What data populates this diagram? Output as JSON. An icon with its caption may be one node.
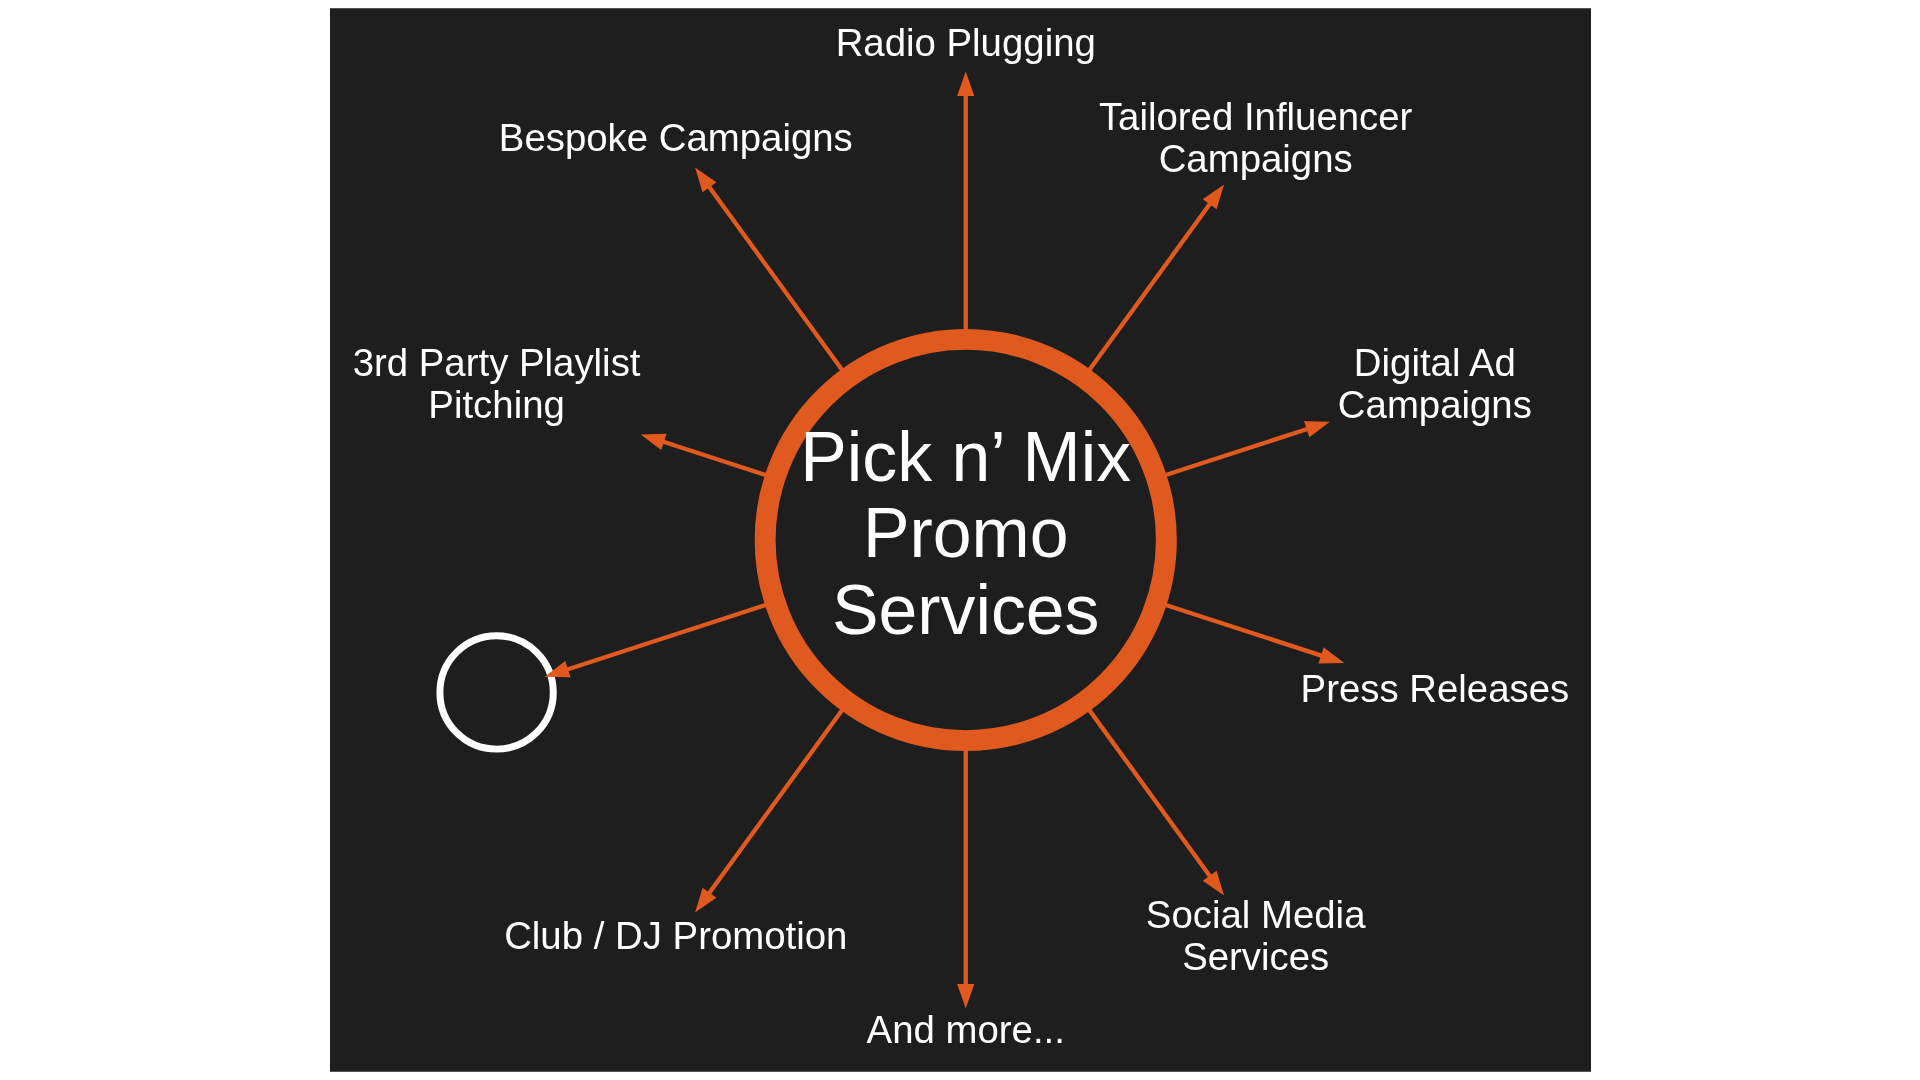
{
  "diagram": {
    "nodes": [
      {
        "text": [
          "Pick n’ Mix Promo Services"
        ]
      },
      {
        "text": [
          "Radio Plugging"
        ]
      },
      {
        "text": [
          "Tailored Influencer Campaigns"
        ]
      },
      {
        "text": [
          "Digital Ad Campaigns"
        ]
      },
      {
        "text": [
          "Press Releases"
        ]
      },
      {
        "text": [
          "Social Media Services"
        ]
      },
      {
        "text": [
          "And more..."
        ]
      },
      {
        "text": [
          "Club / DJ Promotion"
        ]
      },
      {
        "text": [],
        "shape": "circle"
      },
      {
        "text": [
          "3rd Party Playlist Pitching"
        ]
      },
      {
        "text": [
          "Bespoke Campaigns"
        ]
      }
    ],
    "edges": [
      {
        "from": 0,
        "to": 1,
        "arrow": "to"
      },
      {
        "from": 0,
        "to": 2,
        "arrow": "to"
      },
      {
        "from": 0,
        "to": 3,
        "arrow": "to"
      },
      {
        "from": 0,
        "to": 4,
        "arrow": "to"
      },
      {
        "from": 0,
        "to": 5,
        "arrow": "to"
      },
      {
        "from": 0,
        "to": 6,
        "arrow": "to"
      },
      {
        "from": 0,
        "to": 7,
        "arrow": "to"
      },
      {
        "from": 0,
        "to": 8,
        "arrow": "to"
      },
      {
        "from": 0,
        "to": 9,
        "arrow": "to"
      },
      {
        "from": 0,
        "to": 10,
        "arrow": "to"
      }
    ]
  }
}
